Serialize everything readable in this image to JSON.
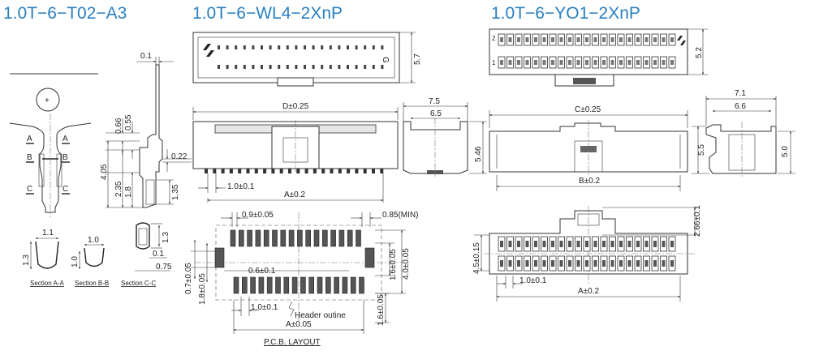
{
  "titles": {
    "terminal": "1.0T−6−T02−A3",
    "header": "1.0T−6−WL4−2XnP",
    "housing": "1.0T−6−YO1−2XnP"
  },
  "terminal": {
    "d_01": "0.1",
    "d_066": "0.66",
    "d_055": "0.55",
    "d_405": "4.05",
    "d_235": "2.35",
    "d_18": "1.8",
    "d_022": "0.22",
    "d_135": "1.35",
    "sec_a": "A",
    "sec_b": "B",
    "sec_c": "C",
    "sa_w": "1.1",
    "sa_h": "1.3",
    "sb_w": "1.0",
    "sb_h": "1.0",
    "sc_13": "1.3",
    "sc_01": "0.1",
    "sc_075": "0.75",
    "label_a": "Section A-A",
    "label_b": "Section B-B",
    "label_c": "Section C-C",
    "center_mark": "+"
  },
  "header": {
    "h_57": "5.7",
    "g_mark": "G",
    "d_total": "D±0.25",
    "pitch": "1.0±0.1",
    "a_dim": "A±0.2",
    "s_75": "7.5",
    "s_65": "6.5",
    "s_546": "5.46"
  },
  "pcb": {
    "pad_w": "0.9±0.05",
    "min": "0.85(MIN)",
    "pitch_half": "0.6±0.1",
    "pad_h": "1.6±0.05",
    "spacing": "4.0±0.05",
    "v_07": "0.7±0.05",
    "v_18": "1.8±0.05",
    "pitch": "1.0±0.1",
    "outline": "Header outine",
    "a_dim": "A±0.05",
    "v_16": "1.6±0.05",
    "caption": "P.C.B. LAYOUT"
  },
  "housing": {
    "h_52": "5.2",
    "c_total": "C±0.25",
    "b_dim": "B±0.2",
    "s_71": "7.1",
    "s_66": "6.6",
    "s_55": "5.5",
    "s_50": "5.0",
    "h_266": "2.66±0.1",
    "h_45": "4.5±0.15",
    "pitch": "1.0±0.1",
    "a_dim": "A±0.2",
    "pin_2": "2",
    "pin_1": "1"
  }
}
